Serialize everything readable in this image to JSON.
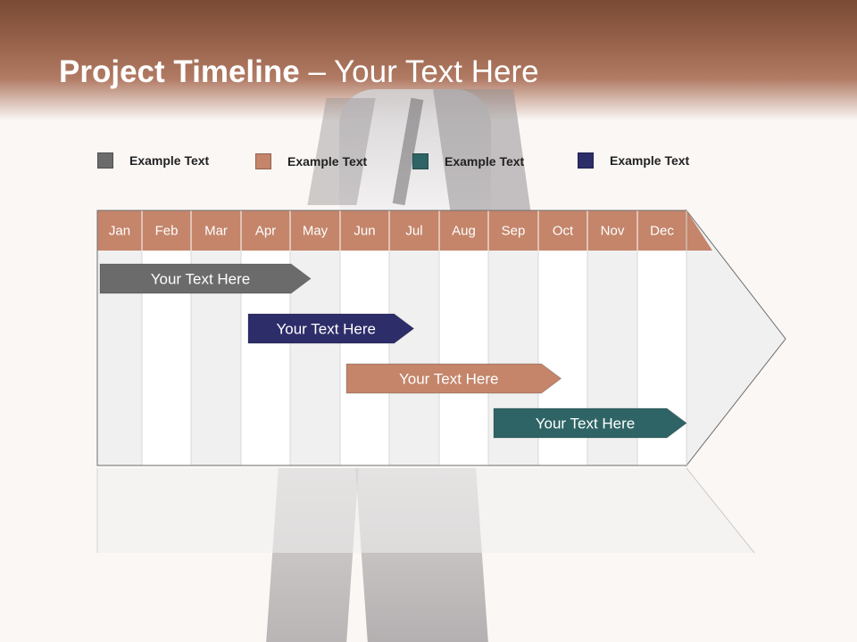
{
  "slide": {
    "title_bold": "Project Timeline",
    "title_rest": " – Your Text Here"
  },
  "legend": [
    {
      "label": "Example Text",
      "color": "#6b6b6b"
    },
    {
      "label": "Example Text",
      "color": "#c4856a"
    },
    {
      "label": "Example Text",
      "color": "#2f6466"
    },
    {
      "label": "Example Text",
      "color": "#2d2d6a"
    }
  ],
  "timeline": {
    "months": [
      "Jan",
      "Feb",
      "Mar",
      "Apr",
      "May",
      "Jun",
      "Jul",
      "Aug",
      "Sep",
      "Oct",
      "Nov",
      "Dec"
    ],
    "header_color": "#c4856a",
    "bars": [
      {
        "label": "Your  Text Here",
        "color": "#6b6b6b",
        "start_month": 1.0,
        "end_month": 4.4
      },
      {
        "label": "Your  Text Here",
        "color": "#2d2d6a",
        "start_month": 4.0,
        "end_month": 6.5
      },
      {
        "label": "Your  Text Here",
        "color": "#c4856a",
        "start_month": 6.0,
        "end_month": 9.5
      },
      {
        "label": "Your  Text Here",
        "color": "#2f6466",
        "start_month": 9.0,
        "end_month": 12.0
      }
    ]
  }
}
